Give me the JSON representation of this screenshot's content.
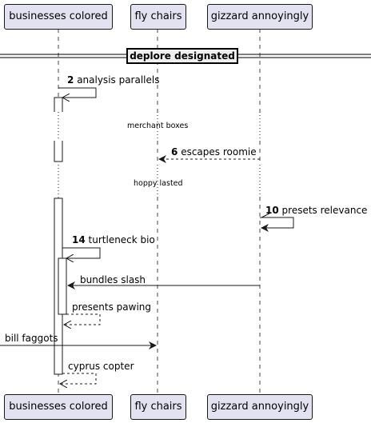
{
  "participants": [
    {
      "id": "p1",
      "label": "businesses colored"
    },
    {
      "id": "p2",
      "label": "fly chairs"
    },
    {
      "id": "p3",
      "label": "gizzard annoyingly"
    }
  ],
  "divider": "deplore designated",
  "messages": [
    {
      "num": "2",
      "text": "analysis parallels"
    },
    {
      "num": "6",
      "text": "escapes roomie"
    },
    {
      "num": "10",
      "text": "presets relevance"
    },
    {
      "num": "14",
      "text": "turtleneck bio"
    },
    {
      "num": "",
      "text": "bundles slash"
    },
    {
      "num": "",
      "text": "presents pawing"
    },
    {
      "num": "",
      "text": "bill faggots"
    },
    {
      "num": "",
      "text": "cyprus copter"
    }
  ],
  "delays": [
    "merchant boxes",
    "hoppy lasted"
  ]
}
